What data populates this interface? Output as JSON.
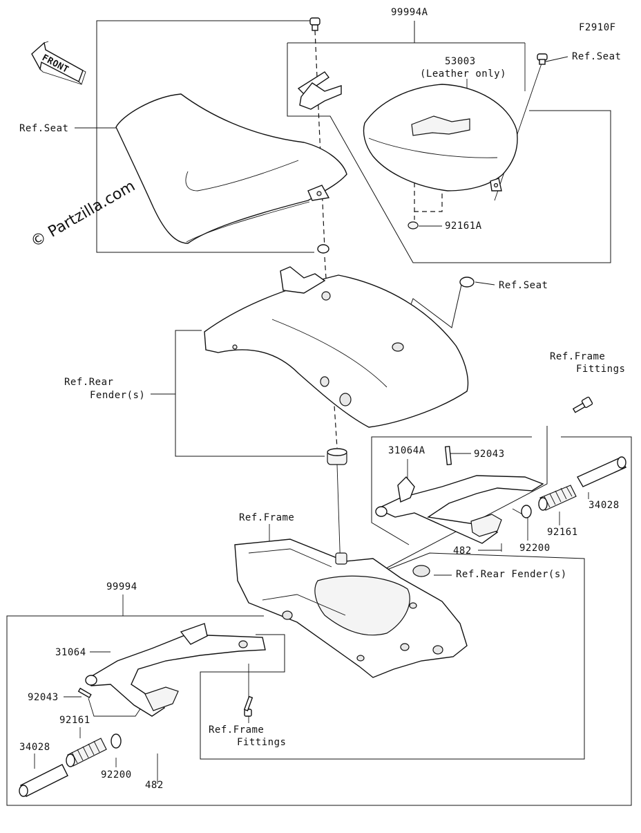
{
  "diagram_code": "F2910F",
  "watermark": "© Partzilla.com",
  "front_label": "FRONT",
  "labels": {
    "kit_seat": "99994A",
    "seat_cover_part": "53003",
    "seat_cover_note": "(Leather only)",
    "ref_seat_top_right": "Ref.Seat",
    "ref_seat_left": "Ref.Seat",
    "ref_seat_washer": "Ref.Seat",
    "damper_part": "92161A",
    "ref_rear_fender_1": "Ref.Rear",
    "ref_rear_fender_2": "Fender(s)",
    "ref_frame_fittings_tr_1": "Ref.Frame",
    "ref_frame_fittings_tr_2": "Fittings",
    "bracket_right": "31064A",
    "pin_right": "92043",
    "grip_right": "34028",
    "damper_right": "92161",
    "washer_right": "92200",
    "clip_right": "482",
    "ref_frame": "Ref.Frame",
    "ref_rear_fender_right": "Ref.Rear Fender(s)",
    "kit_step": "99994",
    "bracket_left": "31064",
    "pin_left": "92043",
    "damper_left": "92161",
    "grip_left": "34028",
    "washer_left": "92200",
    "clip_left": "482",
    "ref_frame_fittings_bl_1": "Ref.Frame",
    "ref_frame_fittings_bl_2": "Fittings"
  }
}
